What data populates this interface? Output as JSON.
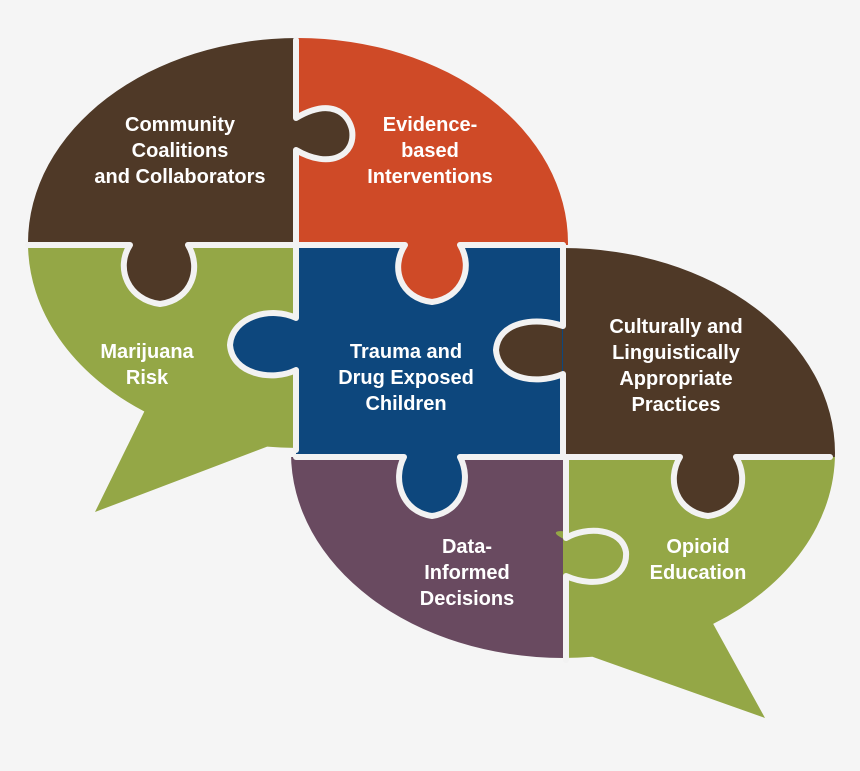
{
  "colors": {
    "background": "#f5f5f5",
    "dark_brown": "#4f3927",
    "orange_red": "#cf4a27",
    "olive_green": "#94a746",
    "navy_blue": "#0d477d",
    "plum": "#694a60",
    "separator": "#f2f2f2"
  },
  "pieces": [
    {
      "id": "community",
      "color": "#4f3927",
      "lines": [
        "Community",
        "Coalitions",
        "and Collaborators"
      ]
    },
    {
      "id": "evidence",
      "color": "#cf4a27",
      "lines": [
        "Evidence-",
        "based",
        "Interventions"
      ]
    },
    {
      "id": "marijuana",
      "color": "#94a746",
      "lines": [
        "Marijuana",
        "Risk"
      ]
    },
    {
      "id": "trauma",
      "color": "#0d477d",
      "lines": [
        "Trauma and",
        "Drug Exposed",
        "Children"
      ]
    },
    {
      "id": "cultural",
      "color": "#4f3927",
      "lines": [
        "Culturally and",
        "Linguistically",
        "Appropriate",
        "Practices"
      ]
    },
    {
      "id": "data",
      "color": "#694a60",
      "lines": [
        "Data-",
        "Informed",
        "Decisions"
      ]
    },
    {
      "id": "opioid",
      "color": "#94a746",
      "lines": [
        "Opioid",
        "Education"
      ]
    }
  ]
}
